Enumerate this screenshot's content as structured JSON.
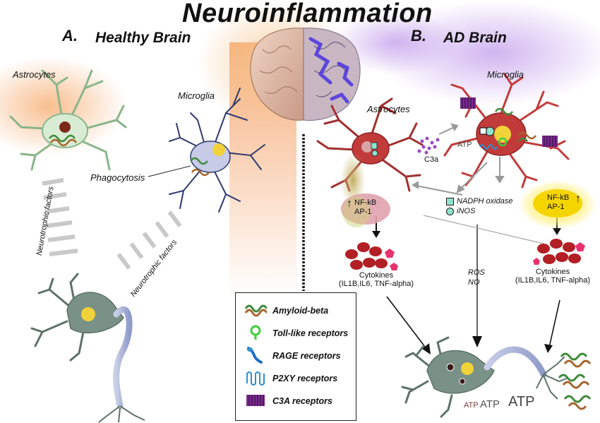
{
  "title": "Neuroinflammation",
  "panel_a": {
    "letter": "A.",
    "heading": "Healthy Brain",
    "astrocytes": "Astrocytes",
    "microglia": "Microglia",
    "phagocytosis": "Phagocytosis",
    "neurotrophic_1": "Neurotrophic factors",
    "neurotrophic_2": "Neurotrophic factors"
  },
  "panel_b": {
    "letter": "B.",
    "heading": "AD Brain",
    "astrocytes": "Astrocytes",
    "microglia": "Microglia",
    "atp": "ATP",
    "c3a": "C3a",
    "tf_left": [
      "NF-kB",
      "AP-1"
    ],
    "tf_right": [
      "NF-kB",
      "AP-1"
    ],
    "nadph": "NADPH oxidase",
    "inos": "iNOS",
    "ros": "ROS",
    "no": "NO",
    "cytokines_left": [
      "Cytokines",
      "(IL1B,IL6, TNF-alpha)"
    ],
    "cytokines_right": [
      "Cytokines",
      "(IL1B,IL6, TNF-alpha)"
    ],
    "atp_row": [
      "ATP",
      "ATP",
      "ATP"
    ]
  },
  "legend": [
    {
      "icon": "amyloid-beta-icon",
      "label": "Amyloid-beta"
    },
    {
      "icon": "toll-like-receptor-icon",
      "label": "Toll-like receptors"
    },
    {
      "icon": "rage-receptor-icon",
      "label": "RAGE receptors"
    },
    {
      "icon": "p2xy-receptor-icon",
      "label": "P2XY receptors"
    },
    {
      "icon": "c3a-receptor-icon",
      "label": "C3A receptors"
    }
  ],
  "colors": {
    "astro_healthy": "#cfe8c8",
    "microglia_healthy": "#c7cbe8",
    "ad_cell": "#c23b3b",
    "neuron": "#7a9187",
    "cytokine": "#b21f24",
    "tf_left": "#e0a2ae",
    "tf_right": "#f5d500",
    "receptor_purple": "#7a2a8f"
  }
}
